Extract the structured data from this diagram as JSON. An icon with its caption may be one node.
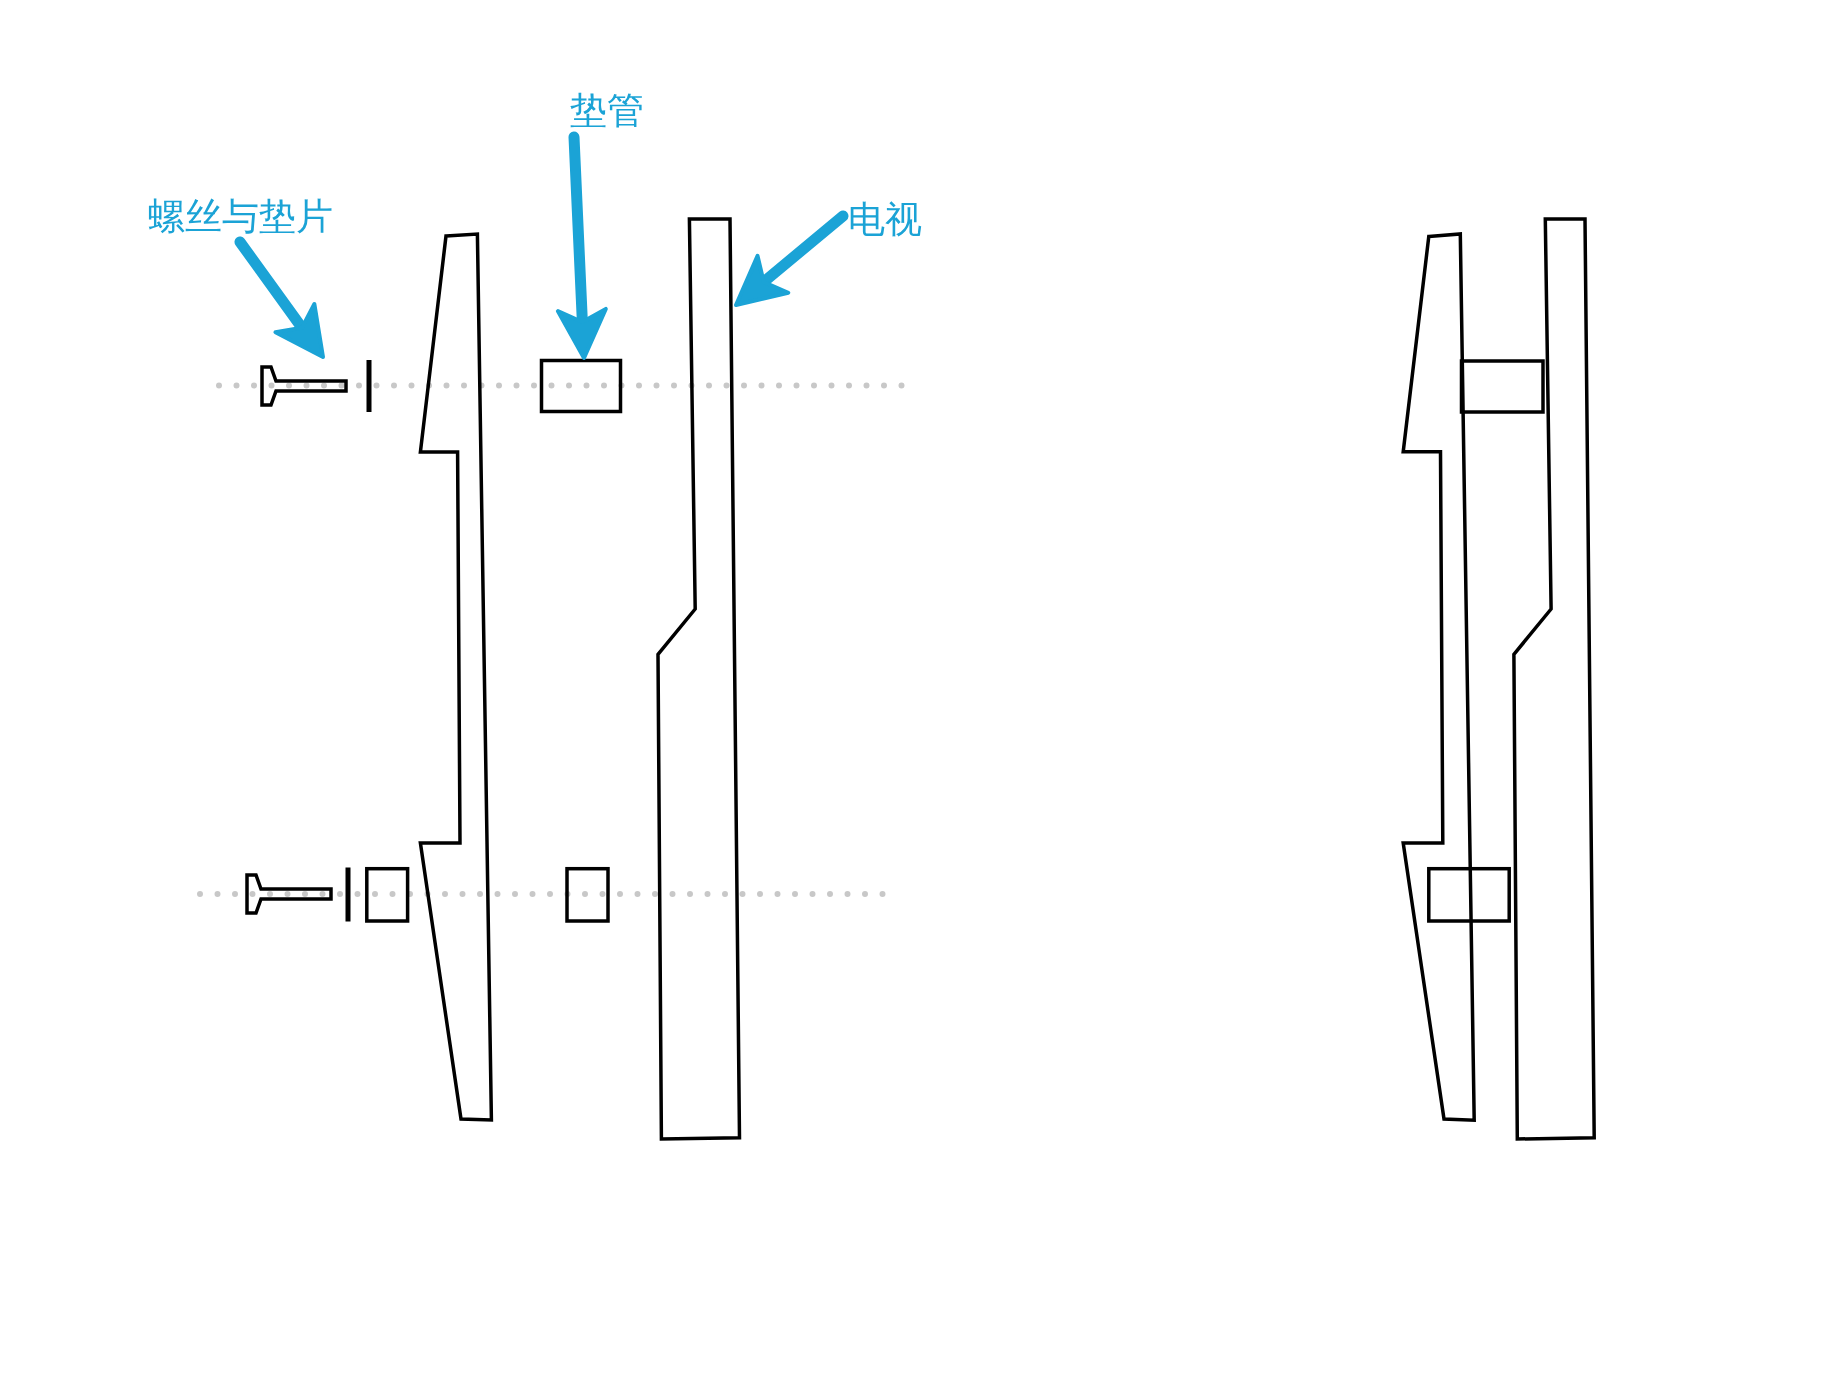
{
  "diagram": {
    "nodes": [
      {
        "text": [
          "螺丝与垫片"
        ]
      },
      {
        "text": [],
        "shape": "picture"
      },
      {
        "text": [
          "垫管"
        ]
      },
      {
        "text": [],
        "shape": "box"
      },
      {
        "text": [
          "电视"
        ]
      },
      {
        "text": [],
        "shape": "picture"
      }
    ],
    "edges": [
      {
        "from": 0,
        "to": 1,
        "arrow": "to"
      },
      {
        "from": 2,
        "to": 3,
        "arrow": "to"
      },
      {
        "from": 4,
        "to": 5,
        "arrow": "to"
      }
    ]
  }
}
